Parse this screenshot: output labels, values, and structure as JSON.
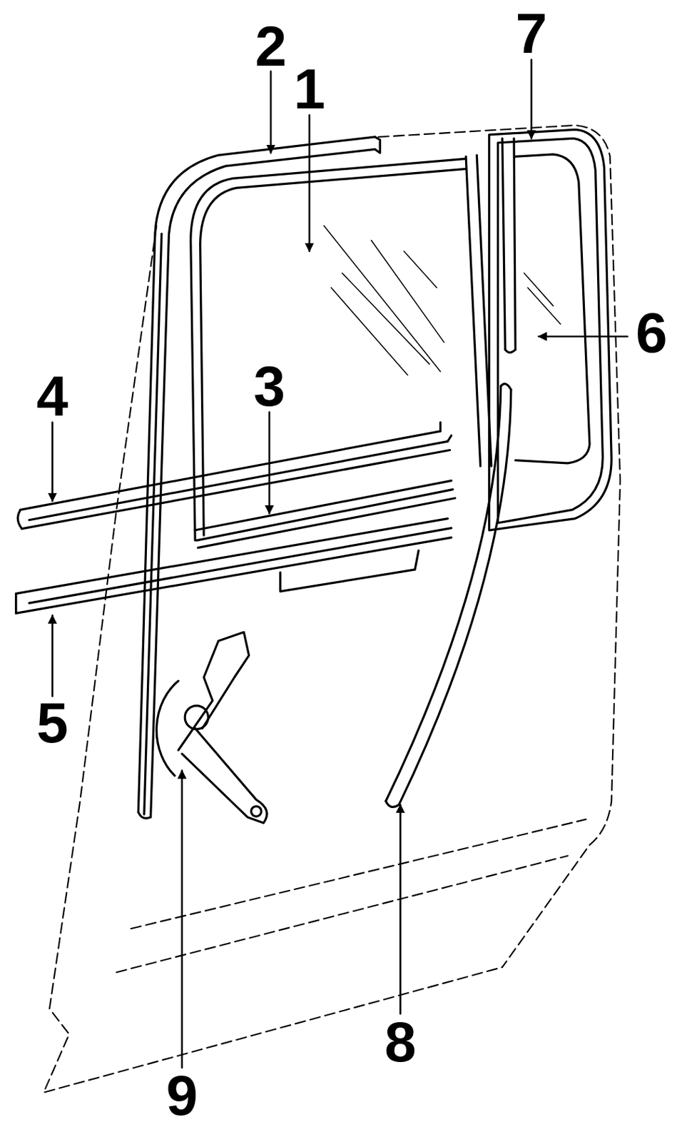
{
  "diagram": {
    "labels": [
      "2",
      "1",
      "7",
      "6",
      "4",
      "3",
      "5",
      "9",
      "8"
    ]
  }
}
